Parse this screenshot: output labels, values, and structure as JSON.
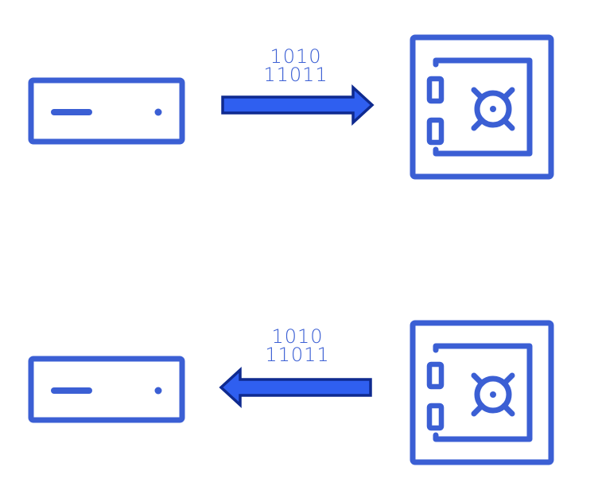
{
  "colors": {
    "icon_stroke": "#3b5fd4",
    "arrow_fill": "#2f5ff0",
    "arrow_outline": "#0f2a8f",
    "background": "#ffffff"
  },
  "rows": [
    {
      "direction": "server-to-vault",
      "source_icon": "server-icon",
      "target_icon": "vault-safe-icon",
      "arrow_icon": "arrow-right-icon",
      "binary": {
        "line1": "1010",
        "line2": "11011"
      }
    },
    {
      "direction": "vault-to-server",
      "source_icon": "vault-safe-icon",
      "target_icon": "server-icon",
      "arrow_icon": "arrow-left-icon",
      "binary": {
        "line1": "1010",
        "line2": "11011"
      }
    }
  ]
}
